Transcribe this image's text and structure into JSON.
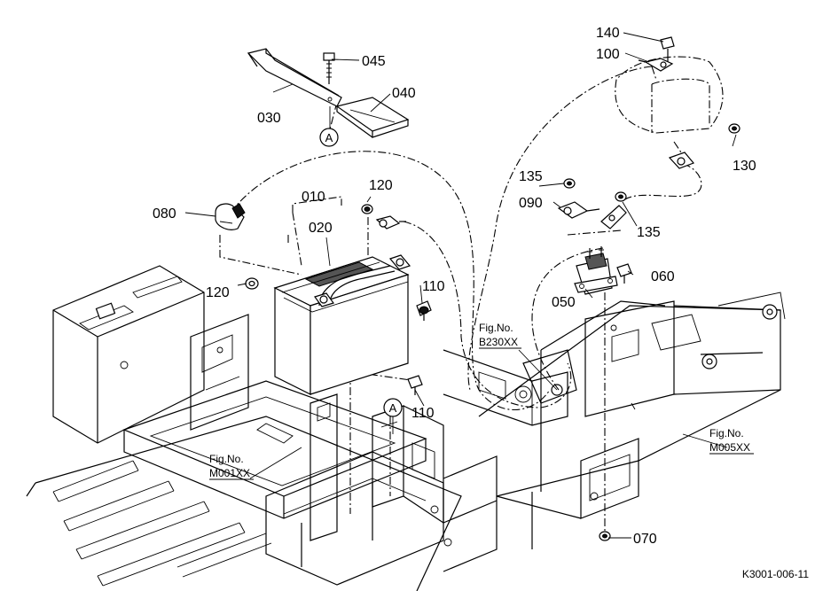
{
  "parts": [
    {
      "id": "p140",
      "label": "140"
    },
    {
      "id": "p100",
      "label": "100"
    },
    {
      "id": "p045",
      "label": "045"
    },
    {
      "id": "p040",
      "label": "040"
    },
    {
      "id": "p030",
      "label": "030"
    },
    {
      "id": "p130",
      "label": "130"
    },
    {
      "id": "p010",
      "label": "010"
    },
    {
      "id": "p120a",
      "label": "120"
    },
    {
      "id": "p080",
      "label": "080"
    },
    {
      "id": "p020",
      "label": "020"
    },
    {
      "id": "p135a",
      "label": "135"
    },
    {
      "id": "p090",
      "label": "090"
    },
    {
      "id": "p135b",
      "label": "135"
    },
    {
      "id": "p120b",
      "label": "120"
    },
    {
      "id": "p110a",
      "label": "110"
    },
    {
      "id": "p060",
      "label": "060"
    },
    {
      "id": "p050",
      "label": "050"
    },
    {
      "id": "p110b",
      "label": "110"
    },
    {
      "id": "p070",
      "label": "070"
    }
  ],
  "references": [
    {
      "id": "ref_b230",
      "line1": "Fig.No.",
      "line2": "B230XX"
    },
    {
      "id": "ref_m005",
      "line1": "Fig.No.",
      "line2": "M005XX"
    },
    {
      "id": "ref_m001",
      "line1": "Fig.No.",
      "line2": "M001XX"
    }
  ],
  "markers": [
    {
      "id": "marker_a_top",
      "label": "A"
    },
    {
      "id": "marker_a_bottom",
      "label": "A"
    }
  ],
  "drawing_code": "K3001-006-11"
}
